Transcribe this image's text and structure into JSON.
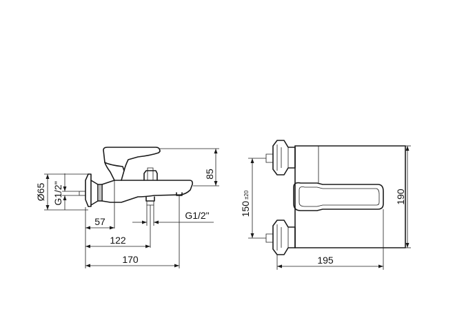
{
  "side_view": {
    "dims": {
      "diameter": "Ø65",
      "thread_left": "G1/2\"",
      "d57": "57",
      "d122": "122",
      "d170": "170",
      "d85": "85",
      "thread_bottom": "G1/2\""
    }
  },
  "front_view": {
    "dims": {
      "d150": "150",
      "d150_tol": "±20",
      "d190": "190",
      "d195": "195"
    }
  }
}
